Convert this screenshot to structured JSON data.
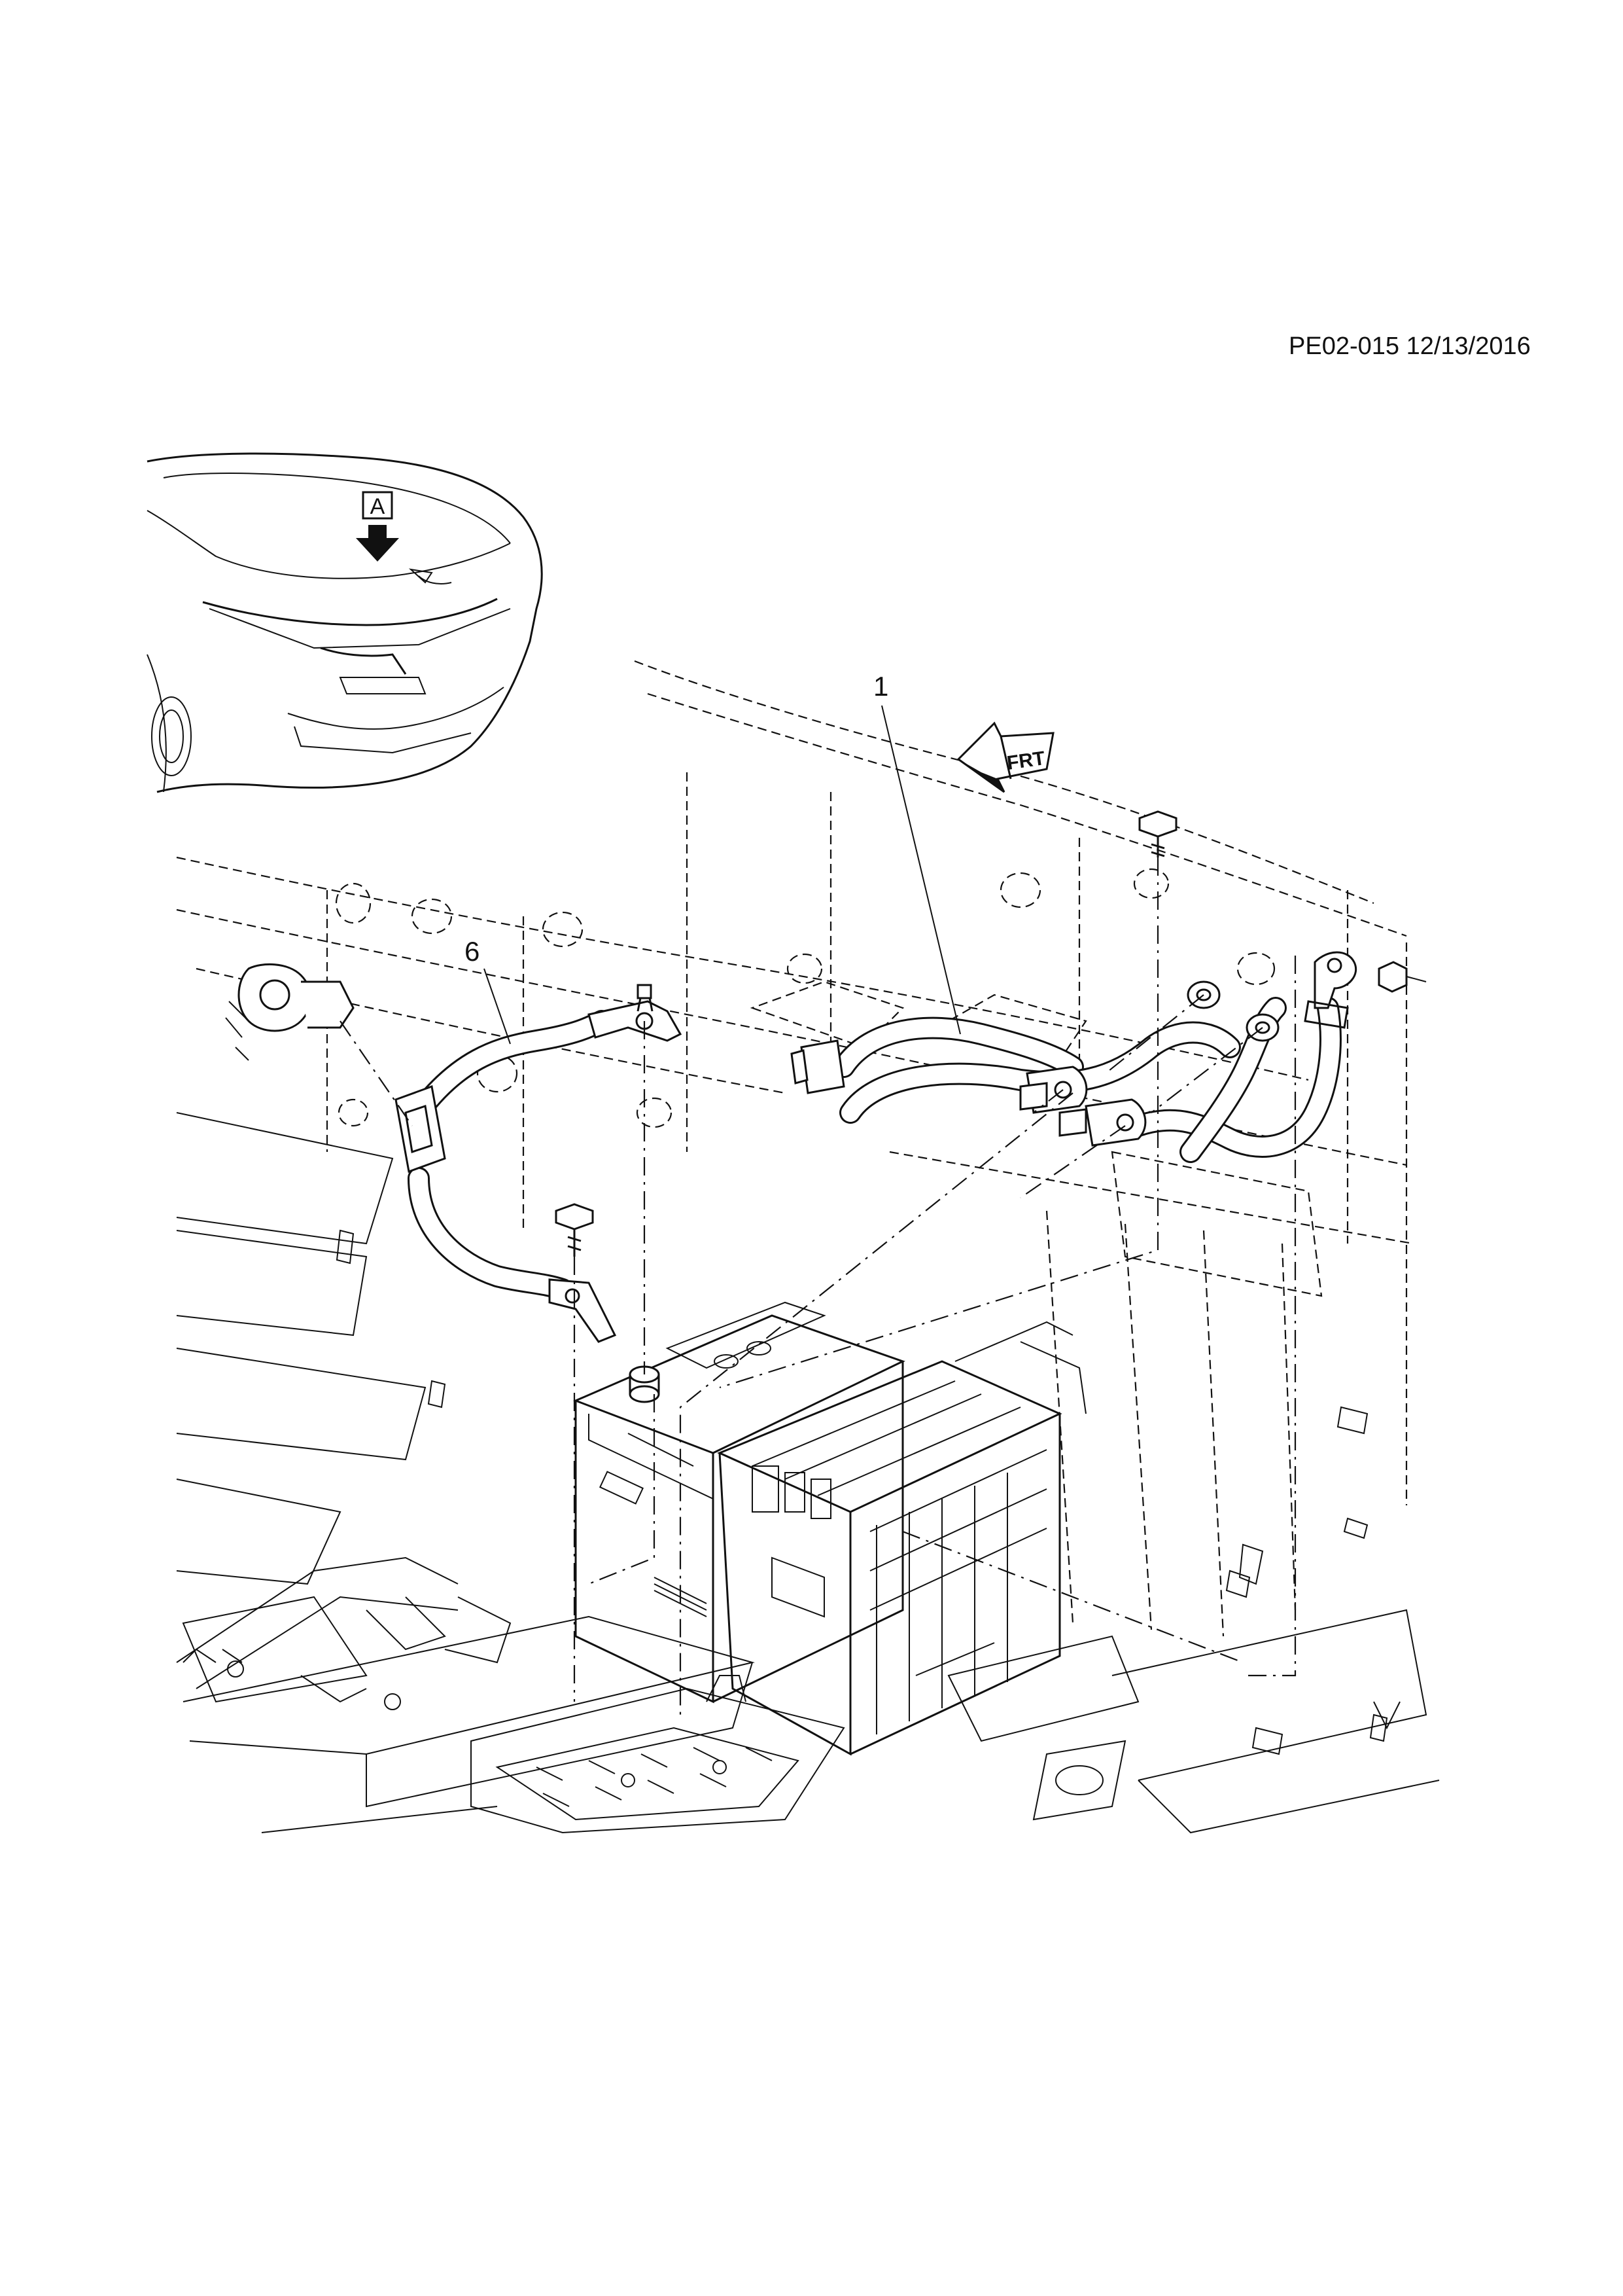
{
  "document": {
    "code": "PE02-015 12/13/2016"
  },
  "view_indicator": {
    "label": "A"
  },
  "direction_indicator": {
    "label": "FRT"
  },
  "callouts": [
    {
      "id": "1",
      "label": "1"
    },
    {
      "id": "6",
      "label": "6"
    }
  ],
  "icons": [
    "view-arrow-icon",
    "front-direction-icon"
  ]
}
